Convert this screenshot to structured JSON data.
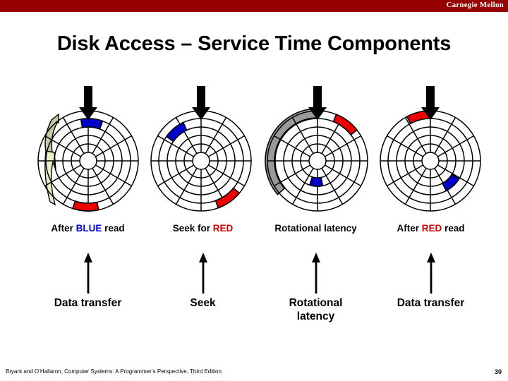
{
  "header": {
    "brand": "Carnegie Mellon",
    "bar_color": "#960000"
  },
  "title": "Disk Access – Service Time Components",
  "colors": {
    "blue_sector": "#0000CC",
    "red_sector": "#EE0000",
    "gray_arc": "#999999",
    "arm_upper": "#C8C8A8",
    "arm_lower": "#EDEDC8",
    "track_stroke": "#000000"
  },
  "disks": [
    {
      "name": "disk-after-blue-read",
      "stage_label_prefix": "After ",
      "stage_label_keyword": "BLUE",
      "stage_label_suffix": " read",
      "keyword_color": "blue",
      "has_arm": true,
      "has_gray_arc": false,
      "blue_sector": {
        "track": 4,
        "angle_deg": -100
      },
      "red_sector": {
        "track": 5,
        "angle_deg": 78
      }
    },
    {
      "name": "disk-seek-for-red",
      "stage_label_prefix": "Seek for ",
      "stage_label_keyword": "RED",
      "stage_label_suffix": "",
      "keyword_color": "red",
      "has_arm": false,
      "has_gray_arc": false,
      "blue_sector": {
        "track": 4,
        "angle_deg": -145
      },
      "red_sector": {
        "track": 5,
        "angle_deg": 40
      }
    },
    {
      "name": "disk-rotational-latency",
      "stage_label_prefix": "Rotational latency",
      "stage_label_keyword": "",
      "stage_label_suffix": "",
      "keyword_color": "none",
      "has_arm": false,
      "has_gray_arc": true,
      "gray_arc_start_deg": -90,
      "gray_arc_end_deg": -220,
      "blue_sector": {
        "track": 2,
        "angle_deg": 78
      },
      "red_sector": {
        "track": 5,
        "angle_deg": -68
      }
    },
    {
      "name": "disk-after-red-read",
      "stage_label_prefix": "After ",
      "stage_label_keyword": "RED",
      "stage_label_suffix": " read",
      "keyword_color": "red",
      "has_arm": false,
      "has_gray_arc": false,
      "blue_sector": {
        "track": 3,
        "angle_deg": 32
      },
      "red_sector": {
        "track": 5,
        "angle_deg": -118
      }
    }
  ],
  "stage_labels": [
    {
      "prefix": "After ",
      "keyword": "BLUE",
      "suffix": " read",
      "color": "blue"
    },
    {
      "prefix": "Seek for ",
      "keyword": "RED",
      "suffix": "",
      "color": "red"
    },
    {
      "prefix": "Rotational latency",
      "keyword": "",
      "suffix": "",
      "color": "none"
    },
    {
      "prefix": "After ",
      "keyword": "RED",
      "suffix": " read",
      "color": "red"
    }
  ],
  "timings": [
    {
      "label_line1": "Data transfer",
      "label_line2": ""
    },
    {
      "label_line1": "Seek",
      "label_line2": ""
    },
    {
      "label_line1": "Rotational",
      "label_line2": "latency"
    },
    {
      "label_line1": "Data transfer",
      "label_line2": ""
    }
  ],
  "footer": {
    "citation": "Bryant and O’Hallaron, Computer Systems: A Programmer’s Perspective, Third Edition",
    "page_number": "30"
  }
}
